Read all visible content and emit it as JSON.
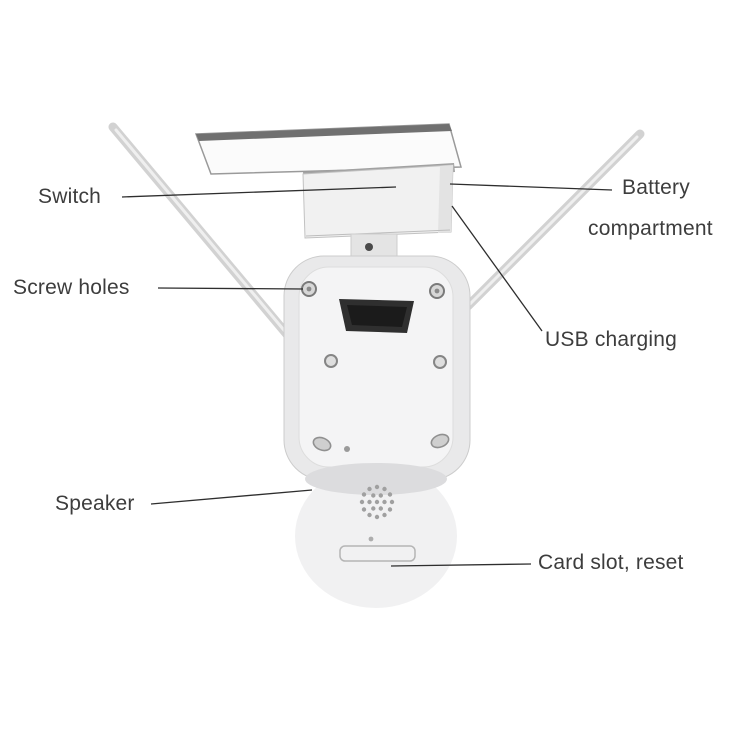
{
  "labels": {
    "switch": "Switch",
    "screw_holes": "Screw holes",
    "speaker": "Speaker",
    "battery_line1": "Battery",
    "battery_line2": "compartment",
    "usb_charging": "USB charging",
    "card_slot_reset": "Card slot, reset"
  },
  "colors": {
    "background": "#ffffff",
    "label-text": "#3d3d3d",
    "leader-line": "#2e2e2e",
    "camera-body": "#e9e9ea",
    "camera-body-light": "#f4f4f5",
    "dome": "#f1f1f2",
    "dark-slot": "#2f2f2f",
    "antenna": "#d2d2d2",
    "panel-shadow": "#a2a2a2"
  }
}
